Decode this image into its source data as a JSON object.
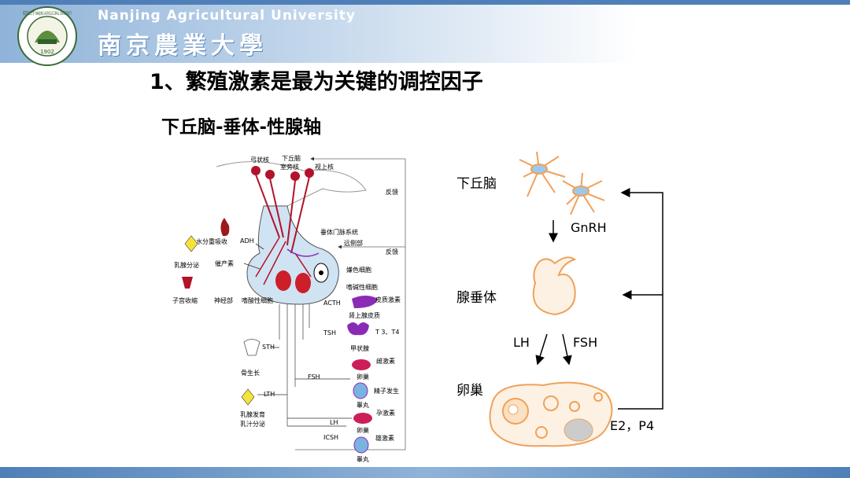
{
  "header": {
    "university_en": "Nanjing  Agricultural University",
    "university_cn": "南京農業大學",
    "logo_year": "1902",
    "logo_text": "南京农业大学 NANJING AGRICULTURAL UNIVERSITY"
  },
  "slide": {
    "title": "1、繁殖激素是最为关键的调控因子",
    "subtitle": "下丘脑-垂体-性腺轴"
  },
  "left_diagram": {
    "labels": {
      "arcuate": "弓状核",
      "hypothalamus": "下丘脑",
      "paraventricular": "室旁核",
      "supraoptic": "视上核",
      "feedback1": "反馈",
      "feedback2": "反馈",
      "portal": "垂体门脉系统",
      "distal": "远侧部",
      "adh": "ADH",
      "water": "水分重吸收",
      "oxytocin": "催产素",
      "lactation": "乳腺分泌",
      "uterus": "子宫收缩",
      "neural": "神经部",
      "acidophil": "嗜酸性细胞",
      "chromophobe": "嫌色细胞",
      "basophil": "嗜碱性细胞",
      "acth": "ACTH",
      "corticoid": "皮质激素",
      "adrenal": "肾上腺皮质",
      "tsh": "TSH",
      "t3t4": "T 3、T4",
      "thyroid": "甲状腺",
      "sth": "STH",
      "bone": "骨生长",
      "lth": "LTH",
      "mammary_dev": "乳腺发育",
      "milk": "乳汁分泌",
      "fsh": "FSH",
      "estrogen": "雌激素",
      "ovary1": "卵巢",
      "sperm": "精子发生",
      "testis1": "睾丸",
      "lh": "LH",
      "progesterone": "孕激素",
      "ovary2": "卵巢",
      "icsh": "ICSH",
      "androgen": "雄激素",
      "testis2": "睾丸"
    }
  },
  "right_diagram": {
    "hypothalamus": "下丘脑",
    "gnrh": "GnRH",
    "pituitary": "腺垂体",
    "lh": "LH",
    "fsh": "FSH",
    "ovary": "卵巢",
    "feedback_hormones": "E2，P4"
  },
  "colors": {
    "header_blue": "#8fb3d9",
    "neuron_orange": "#f0a15a",
    "gland_red": "#b3122a",
    "gland_purple": "#8a2bb5"
  }
}
